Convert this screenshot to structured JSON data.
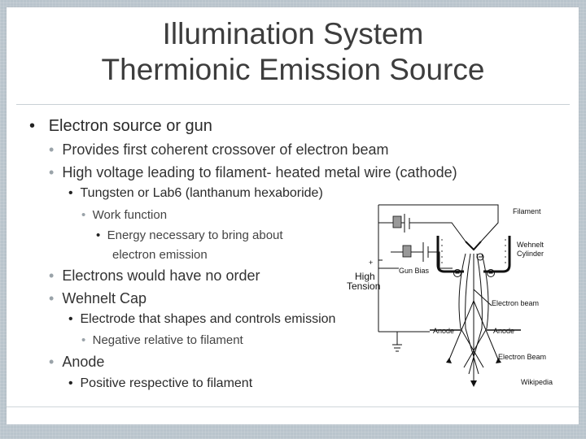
{
  "title": {
    "line1": "Illumination System",
    "line2": "Thermionic Emission Source"
  },
  "bullets": {
    "b1": "Electron source or gun",
    "b1_1": "Provides first coherent crossover of electron beam",
    "b1_2": "High voltage leading to filament- heated metal wire (cathode)",
    "b1_2_1": "Tungsten or Lab6 (lanthanum hexaboride)",
    "b1_2_1_1": "Work function",
    "b1_2_1_1_1": "Energy necessary to bring about",
    "b1_2_1_1_1_cont": "electron emission",
    "b2": "Electrons would have no order",
    "b3": "Wehnelt Cap",
    "b3_1": "Electrode that shapes and controls emission",
    "b3_1_1": "Negative relative to filament",
    "b4": "Anode",
    "b4_1": "Positive respective to filament"
  },
  "diagram": {
    "filament": "Filament",
    "wehnelt_1": "Wehnelt",
    "wehnelt_2": "Cylinder",
    "plus": "+",
    "high_1": "High",
    "high_2": "Tension",
    "gun_bias": "Gun Bias",
    "electron_beam_1": "Electron beam",
    "anode_1": "Anode",
    "anode_2": "Anode",
    "electron_beam_2": "Electron Beam",
    "credit": "Wikipedia"
  },
  "colors": {
    "title": "#3d3d3d",
    "frame": "#b9c4cc",
    "bullet_gray": "#9aa3a9"
  }
}
